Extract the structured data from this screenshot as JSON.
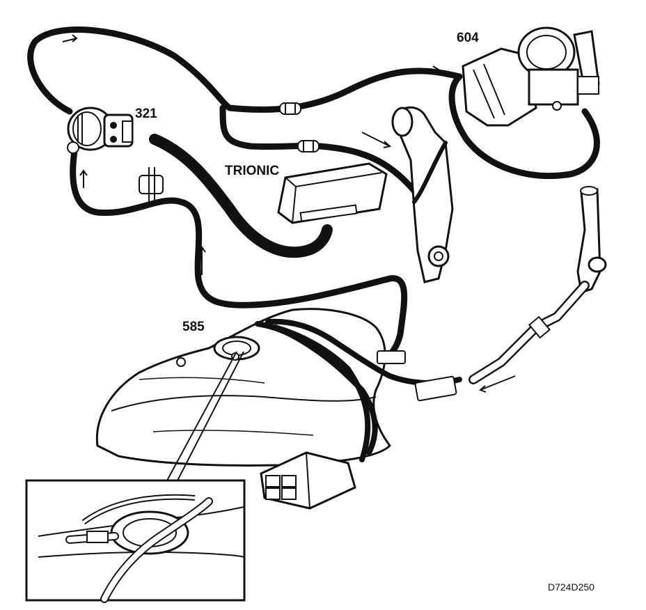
{
  "labels": {
    "part_321": "321",
    "part_604": "604",
    "trionic": "TRIONIC",
    "part_585": "585",
    "drawing_code": "D724D250"
  },
  "colors": {
    "line": "#111111",
    "background": "#ffffff",
    "hose_fill": "#888888"
  }
}
